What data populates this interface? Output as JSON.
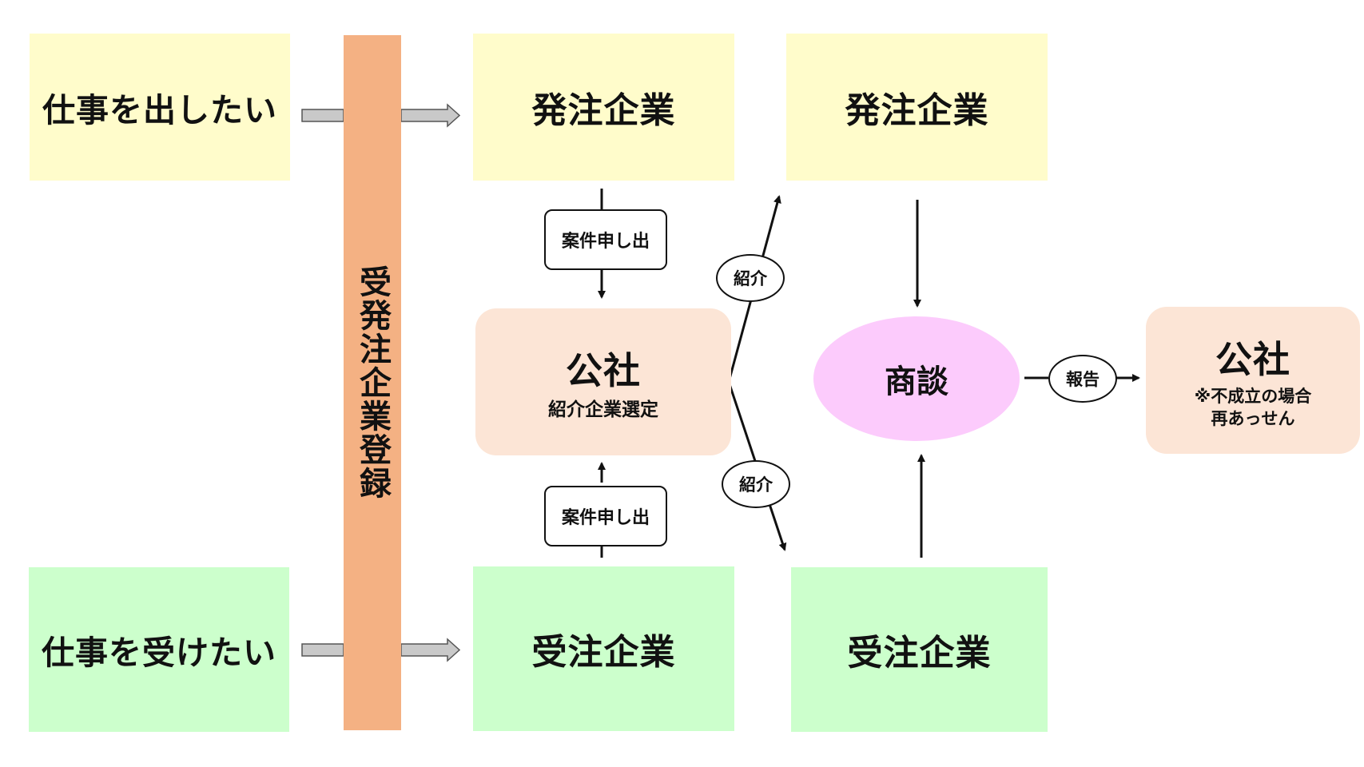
{
  "left": {
    "want_to_order": "仕事を出したい",
    "want_to_receive": "仕事を受けたい"
  },
  "registration_bar": "受発注企業登録",
  "ordering_company": "発注企業",
  "receiving_company": "受注企業",
  "request_label": "案件申し出",
  "corporation": {
    "title": "公社",
    "selection": "紹介企業選定"
  },
  "introduce_label": "紹介",
  "negotiation": "商談",
  "report_label": "報告",
  "corporation_result": {
    "title": "公社",
    "note_line1": "※不成立の場合",
    "note_line2": "再あっせん"
  },
  "colors": {
    "ordering": "#fffccb",
    "receiving": "#ccffcc",
    "registration": "#f4b183",
    "corporation": "#fce5d6",
    "negotiation": "#fccbfc"
  }
}
